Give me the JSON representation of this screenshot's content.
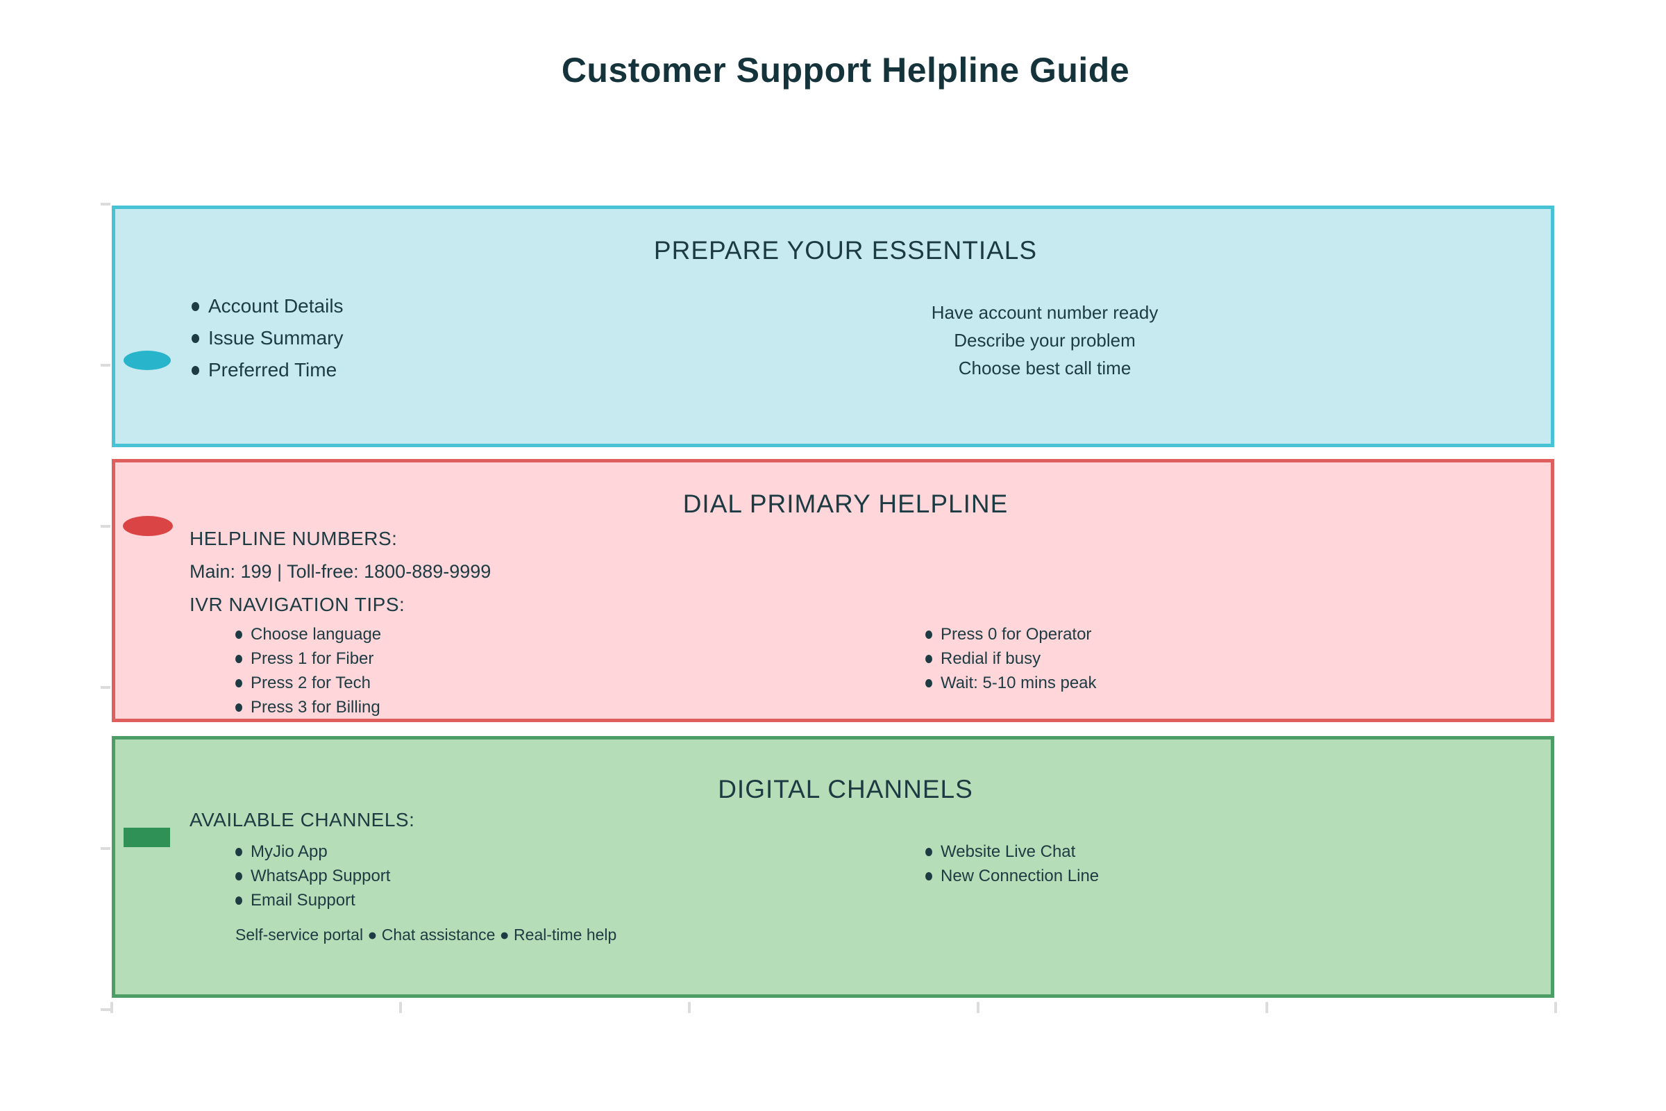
{
  "page_title": "Customer Support Helpline Guide",
  "text_color": "#1c3b42",
  "sections": [
    {
      "title": "PREPARE YOUR ESSENTIALS",
      "fill_color": "#c6eaf0",
      "accent_color": "#47c3d5",
      "marker_color": "#28b4ca",
      "checklist": [
        "Account Details",
        "Issue Summary",
        "Preferred Time"
      ],
      "notes": [
        "Have account number ready",
        "Describe your problem",
        "Choose best call time"
      ]
    },
    {
      "title": "DIAL PRIMARY HELPLINE",
      "fill_color": "#ffd6d9",
      "accent_color": "#df5e5e",
      "marker_color": "#db4444",
      "subhead_numbers": "HELPLINE NUMBERS:",
      "numbers_line": "Main: 199 | Toll-free: 1800-889-9999",
      "subhead_tips": "IVR NAVIGATION TIPS:",
      "tips_left": [
        "Choose language",
        "Press 1 for Fiber",
        "Press 2 for Tech",
        "Press 3 for Billing"
      ],
      "tips_right": [
        "Press 0 for Operator",
        "Redial if busy",
        "Wait: 5-10 mins peak"
      ]
    },
    {
      "title": "DIGITAL CHANNELS",
      "fill_color": "#b5ddb7",
      "accent_color": "#4c9d66",
      "marker_color": "#2f9155",
      "subhead_channels": "AVAILABLE CHANNELS:",
      "channels_left": [
        "MyJio App",
        "WhatsApp Support",
        "Email Support"
      ],
      "channels_right": [
        "Website Live Chat",
        "New Connection Line"
      ],
      "footer_line": "Self-service portal ● Chat assistance ● Real-time help"
    }
  ]
}
